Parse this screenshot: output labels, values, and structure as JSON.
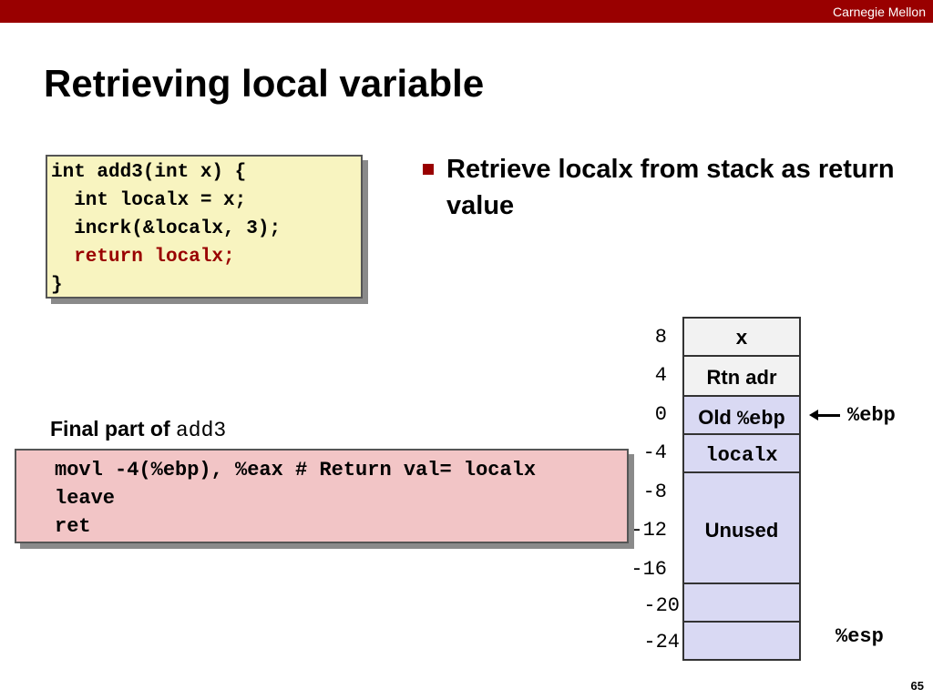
{
  "header": {
    "brand": "Carnegie Mellon"
  },
  "slide": {
    "title": "Retrieving local variable",
    "page_number": "65"
  },
  "c_code": {
    "lines": [
      "int add3(int x) {",
      "  int localx = x;",
      "  incrk(&localx, 3);",
      "  return localx;",
      "}"
    ]
  },
  "bullet": {
    "text": "Retrieve localx from stack as return value"
  },
  "asm": {
    "caption_text": "Final part of ",
    "caption_code": "add3",
    "lines": [
      "movl -4(%ebp), %eax # Return val= localx",
      "leave",
      "ret"
    ]
  },
  "stack": {
    "offsets": [
      "8",
      "4",
      "0",
      "-4",
      "-8",
      "-12",
      "-16",
      "-20",
      "-24"
    ],
    "cells": {
      "x": "x",
      "rtn": "Rtn adr",
      "old_prefix": "Old ",
      "old_reg": "%ebp",
      "localx": "localx",
      "unused": "Unused"
    },
    "ebp_label": "%ebp",
    "esp_label": "%esp",
    "colors": {
      "x_cell": "#f2f2f2",
      "rtn_cell": "#f2f2f2",
      "frame_cell": "#d9d9f3"
    }
  },
  "theme": {
    "accent": "#990000",
    "code_bg": "#f8f4c0",
    "asm_bg": "#f2c5c6"
  }
}
